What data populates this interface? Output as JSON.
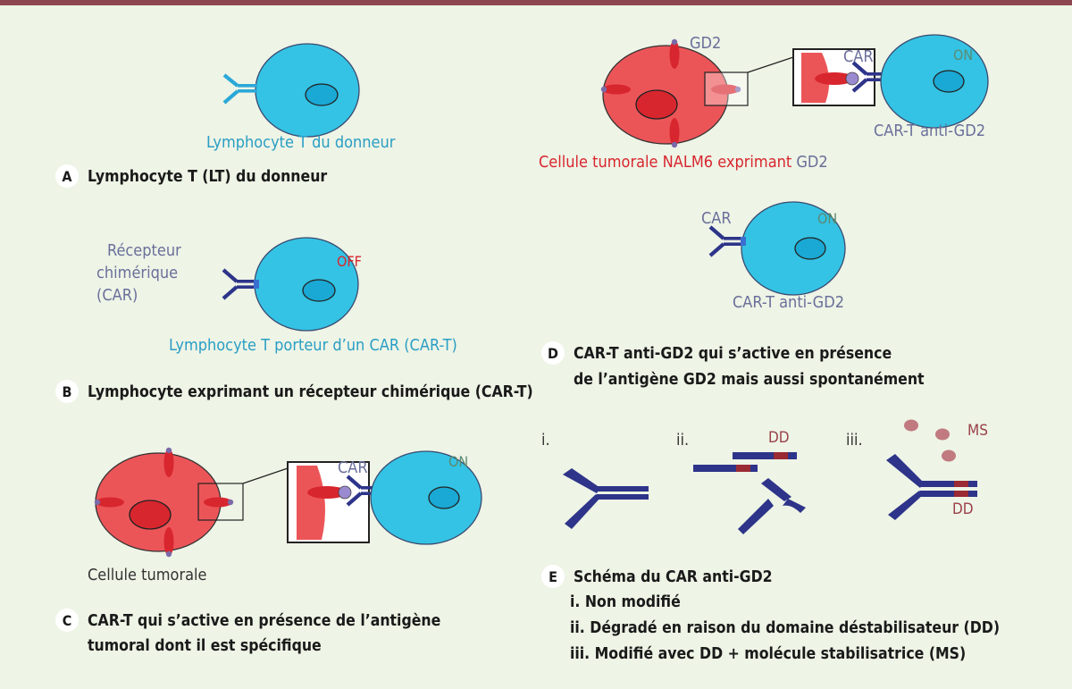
{
  "panels": {
    "a": {
      "letter": "A",
      "caption": "Lymphocyte T (LT) du donneur",
      "cell_label": "Lymphocyte T du donneur"
    },
    "b": {
      "letter": "B",
      "caption": "Lymphocyte exprimant un récepteur chimérique (CAR-T)",
      "receptor_line1": "Récepteur",
      "receptor_line2": "chimérique",
      "receptor_line3": "(CAR)",
      "state": "OFF",
      "cell_label": "Lymphocyte T porteur d’un CAR (CAR-T)"
    },
    "c": {
      "letter": "C",
      "caption_line1": "CAR-T qui s’active en présence de l’antigène",
      "caption_line2": "tumoral dont il est spécifique",
      "tumor_label": "Cellule tumorale",
      "car_label": "CAR",
      "state": "ON"
    },
    "d_top": {
      "gd2_label": "GD2",
      "car_label": "CAR",
      "state": "ON",
      "cart_label": "CAR-T anti-GD2",
      "tumor_label_red": "Cellule tumorale NALM6 exprimant ",
      "tumor_label_gd2": "GD2"
    },
    "d": {
      "letter": "D",
      "caption_line1": "CAR-T anti-GD2 qui s’active en présence",
      "caption_line2": "de l’antigène GD2 mais aussi spontanément",
      "car_label": "CAR",
      "state": "ON",
      "cart_label": "CAR-T anti-GD2"
    },
    "e": {
      "letter": "E",
      "roman_i": "i.",
      "roman_ii": "ii.",
      "roman_iii": "iii.",
      "dd_label": "DD",
      "ms_label": "MS",
      "caption_title": "Schéma du CAR anti-GD2",
      "item_i": "i. Non modifié",
      "item_ii": "ii. Dégradé en raison du domaine déstabilisateur (DD)",
      "item_iii": "iii. Modifié avec DD + molécule stabilisatrice (MS)"
    }
  },
  "colors": {
    "background": "#eef4e6",
    "top_bar": "#8c4650",
    "t_cell": "#34c3e4",
    "tumor_cell": "#ec5558",
    "receptor": "#2d3489",
    "antigen": "#d8262e",
    "dd_domain": "#9a2a33",
    "ms_molecule": "#c07a80"
  }
}
